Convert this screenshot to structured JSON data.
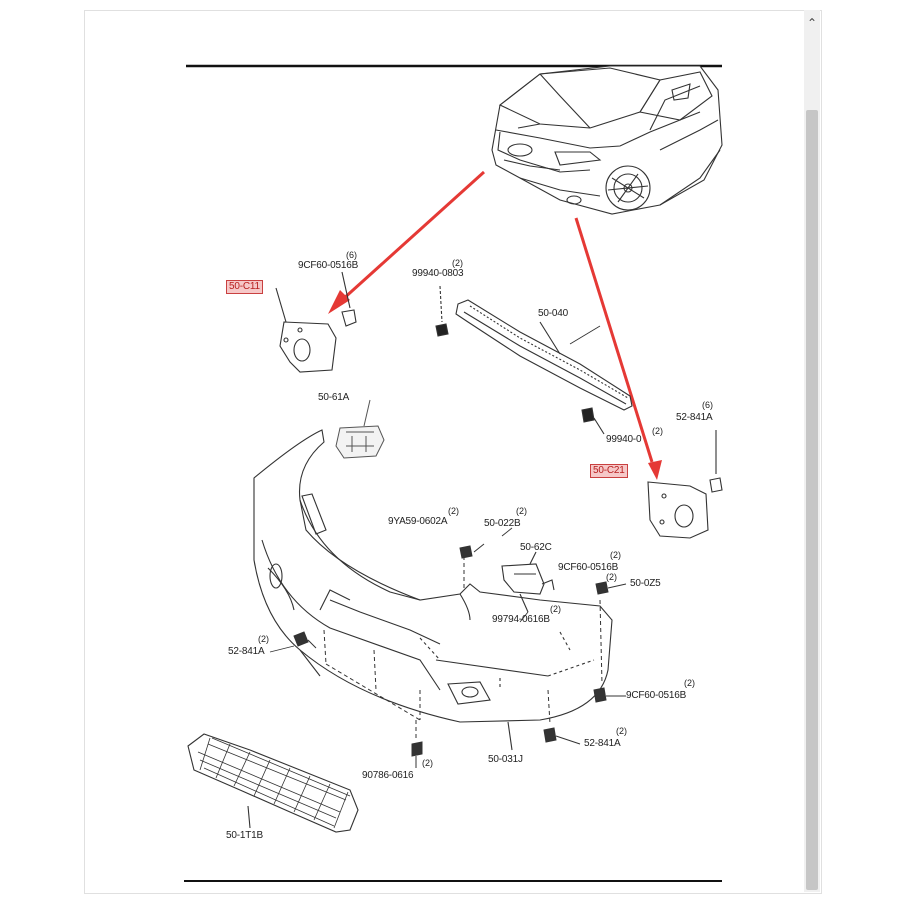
{
  "window": {
    "scroll_up_glyph": "⌃"
  },
  "colors": {
    "accent_arrow": "#e53935",
    "highlight_fill": "#f6c8c8",
    "highlight_border": "#c94040",
    "line": "#333333"
  },
  "parts": {
    "p_50_c11": {
      "number": "50-C11"
    },
    "p_9cf60_0516b_top": {
      "qty": "(6)",
      "number": "9CF60-0516B"
    },
    "p_99940_0803": {
      "qty": "(2)",
      "number": "99940-0803"
    },
    "p_50_040": {
      "number": "50-040"
    },
    "p_50_61a": {
      "number": "50-61A"
    },
    "p_52_841a_right": {
      "qty": "(6)",
      "number": "52-841A"
    },
    "p_99940_0803b": {
      "qty": "(2)",
      "number": "99940-0"
    },
    "p_50_c21": {
      "number": "50-C21"
    },
    "p_9ya59_0602a": {
      "qty": "(2)",
      "number": "9YA59-0602A"
    },
    "p_50_022b": {
      "qty": "(2)",
      "number": "50-022B"
    },
    "p_50_62c": {
      "number": "50-62C"
    },
    "p_9cf60_0516b_mid": {
      "qty": "(2)",
      "number": "9CF60-0516B"
    },
    "p_50_025": {
      "qty": "(2)",
      "number": "50-0Z5"
    },
    "p_99794_0616b": {
      "qty": "(2)",
      "number": "99794-0616B"
    },
    "p_52_841a_left": {
      "qty": "(2)",
      "number": "52-841A"
    },
    "p_9cf60_0516b_low": {
      "qty": "(2)",
      "number": "9CF60-0516B"
    },
    "p_52_841a_bottom": {
      "qty": "(2)",
      "number": "52-841A"
    },
    "p_90786_0616": {
      "qty": "(2)",
      "number": "90786-0616"
    },
    "p_50_031j": {
      "number": "50-031J"
    },
    "p_50_1t1b": {
      "number": "50-1T1B"
    }
  }
}
